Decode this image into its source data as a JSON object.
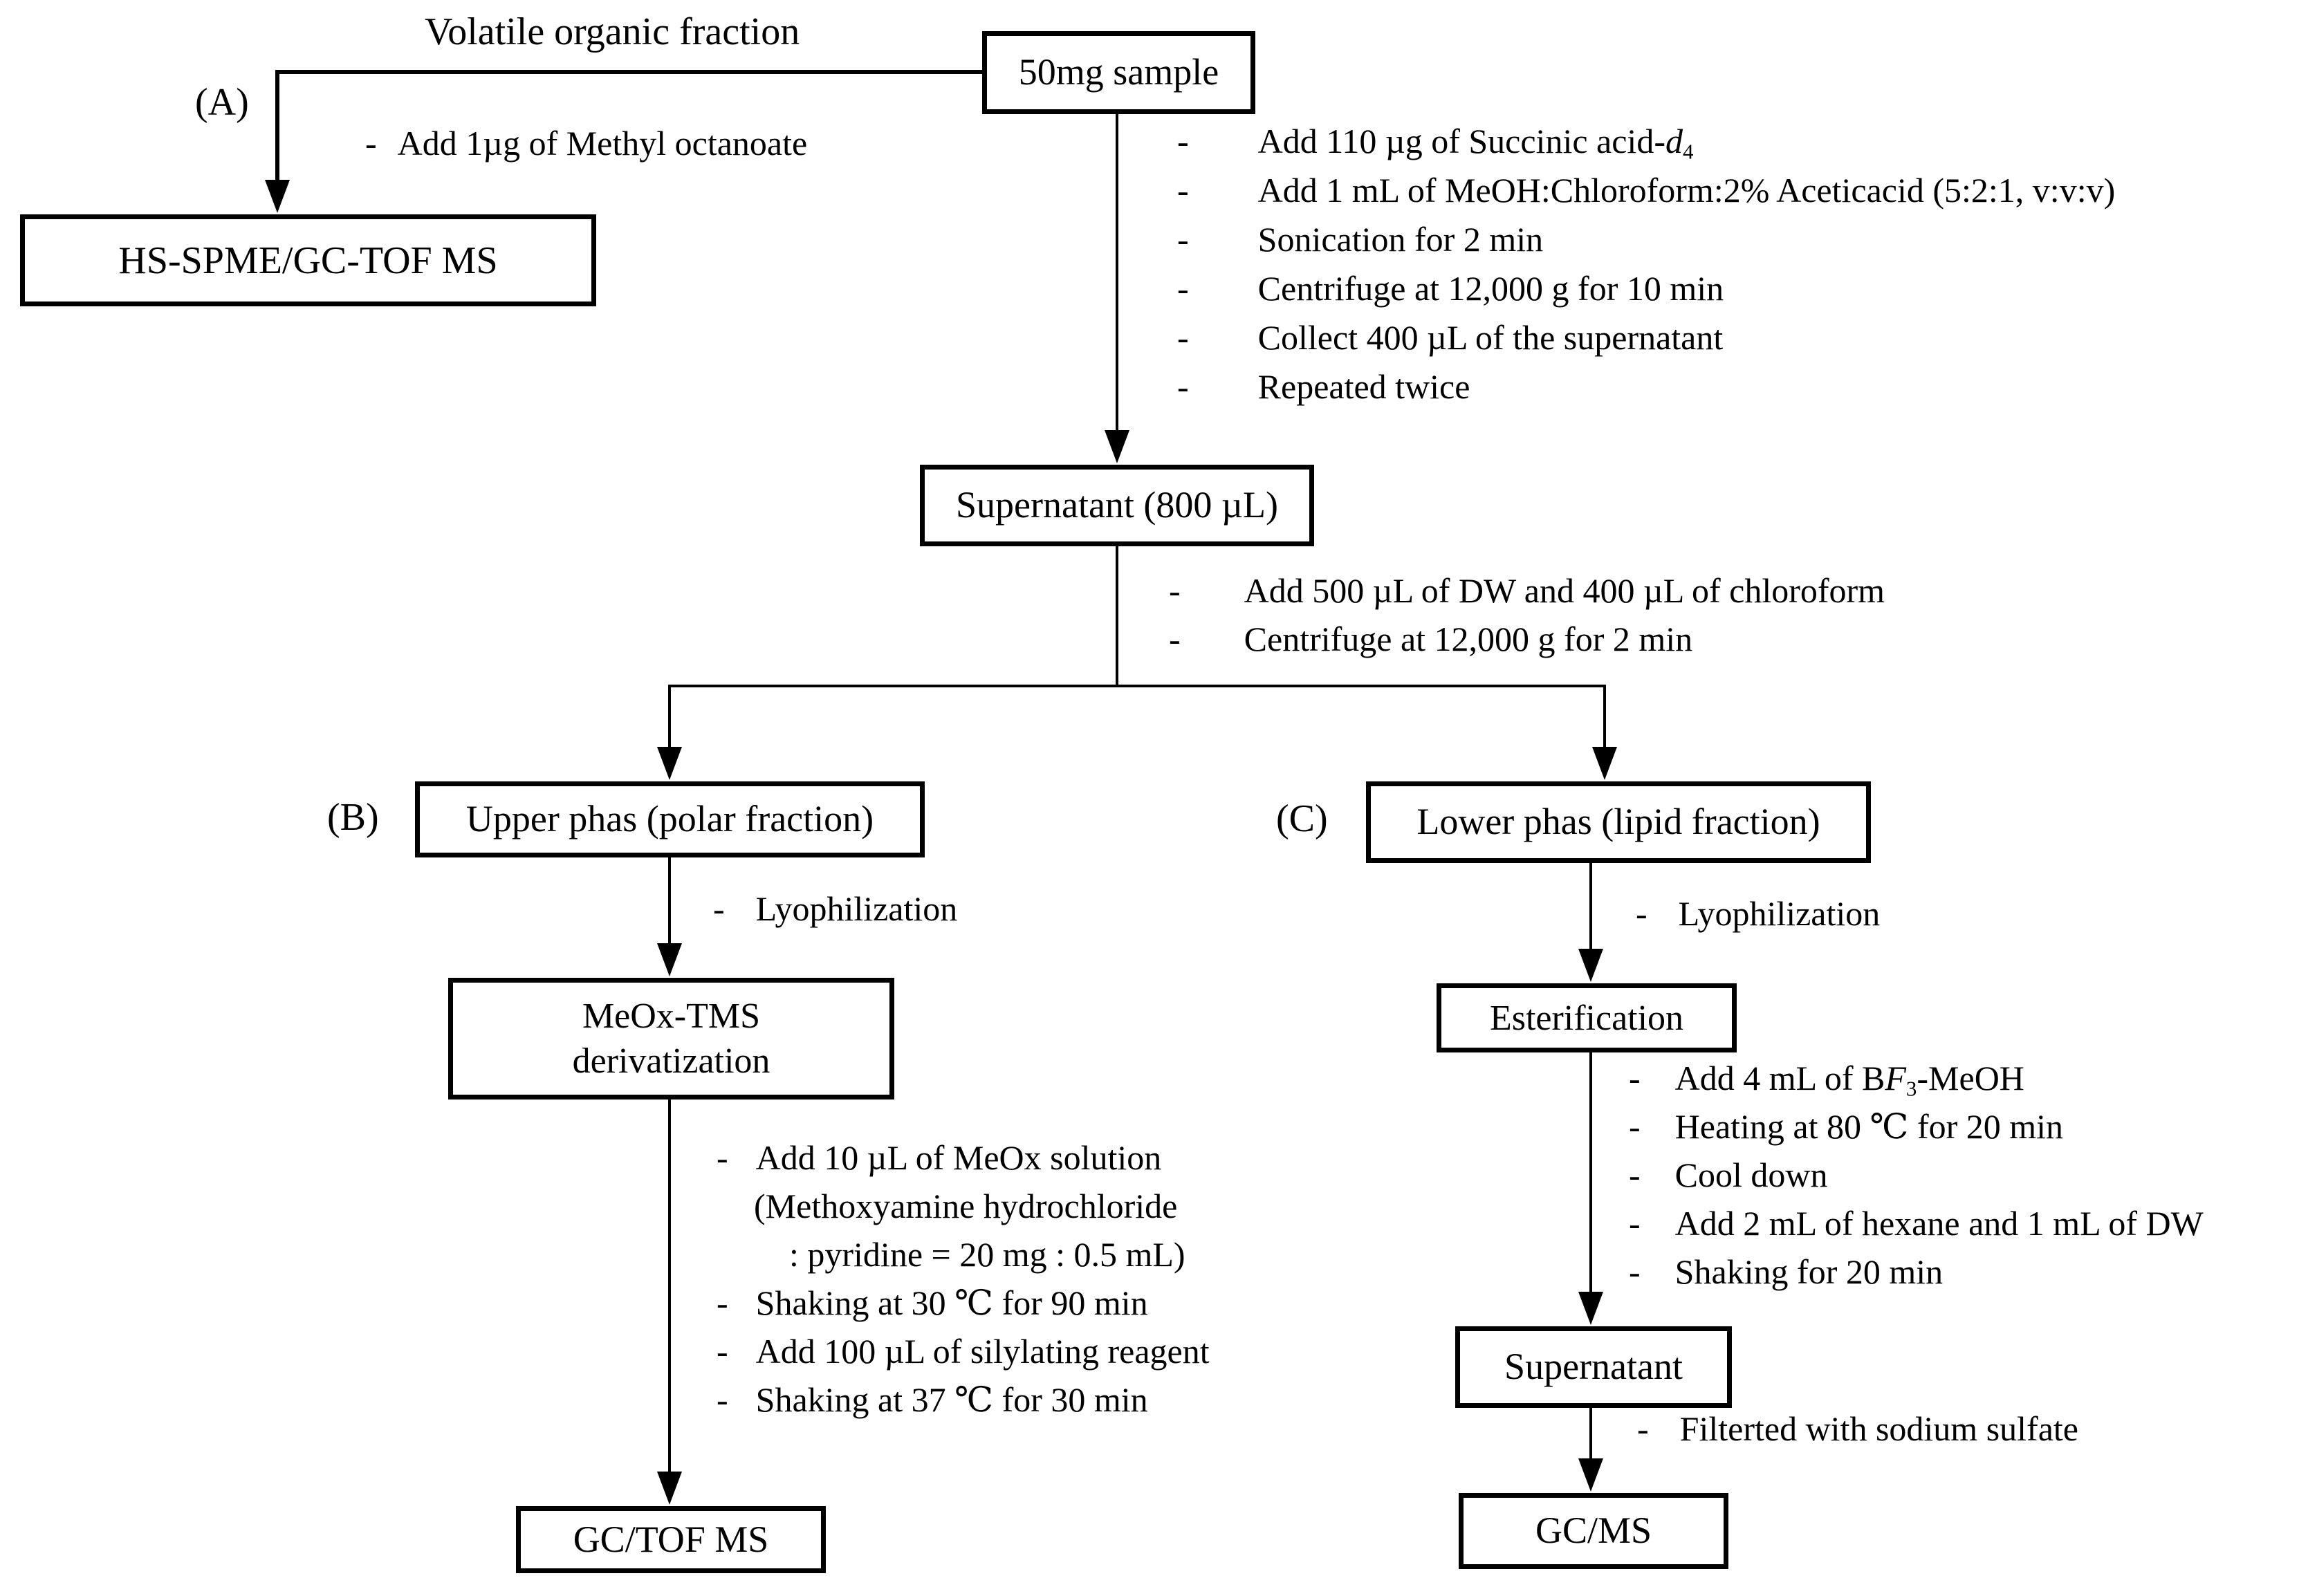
{
  "labels": {
    "a": "(A)",
    "b": "(B)",
    "c": "(C)"
  },
  "bullet": "-",
  "annotations": {
    "volatile": "Volatile organic fraction",
    "methyl_octanoate": "Add 1µg of Methyl octanoate",
    "lyophilization_b": "Lyophilization",
    "lyophilization_c": "Lyophilization",
    "filter": "Filterted with sodium sulfate"
  },
  "nodes": {
    "sample": "50mg sample",
    "hs_spme": "HS-SPME/GC-TOF MS",
    "supernatant_800": "Supernatant (800 µL)",
    "upper_phase": "Upper phas (polar fraction)",
    "lower_phase": "Lower phas (lipid fraction)",
    "meox_line1": "MeOx-TMS",
    "meox_line2": "derivatization",
    "esterification": "Esterification",
    "supernatant": "Supernatant",
    "gc_tof_ms": "GC/TOF MS",
    "gc_ms": "GC/MS"
  },
  "sample_steps": {
    "s1_prefix": "Add 110 µg of Succinic acid-",
    "s1_var": "d",
    "s1_sub": "4",
    "s2": "Add 1 mL of MeOH:Chloroform:2% Aceticacid (5:2:1, v:v:v)",
    "s3": "Sonication for 2 min",
    "s4": "Centrifuge at 12,000 g for 10 min",
    "s5": "Collect 400 µL of the supernatant",
    "s6": "Repeated twice"
  },
  "supernatant_steps": {
    "s1": "Add 500 µL of DW and 400 µL of chloroform",
    "s2": "Centrifuge at 12,000 g for 2 min"
  },
  "polar_steps": {
    "s1": "Add 10 µL of MeOx solution",
    "s1_cont1": "(Methoxyamine hydrochloride",
    "s1_cont2": ": pyridine = 20 mg : 0.5 mL)",
    "s2": "Shaking at 30 ℃ for 90 min",
    "s3": "Add 100 µL of silylating reagent",
    "s4": "Shaking at 37 ℃ for 30 min"
  },
  "lipid_steps": {
    "s1_prefix": "Add 4 mL of B",
    "s1_var": "F",
    "s1_sub": "3",
    "s1_suffix": "-MeOH",
    "s2": "Heating at 80 ℃ for 20 min",
    "s3": "Cool down",
    "s4": "Add 2 mL of hexane and 1 mL of DW",
    "s5": "Shaking for 20 min"
  }
}
